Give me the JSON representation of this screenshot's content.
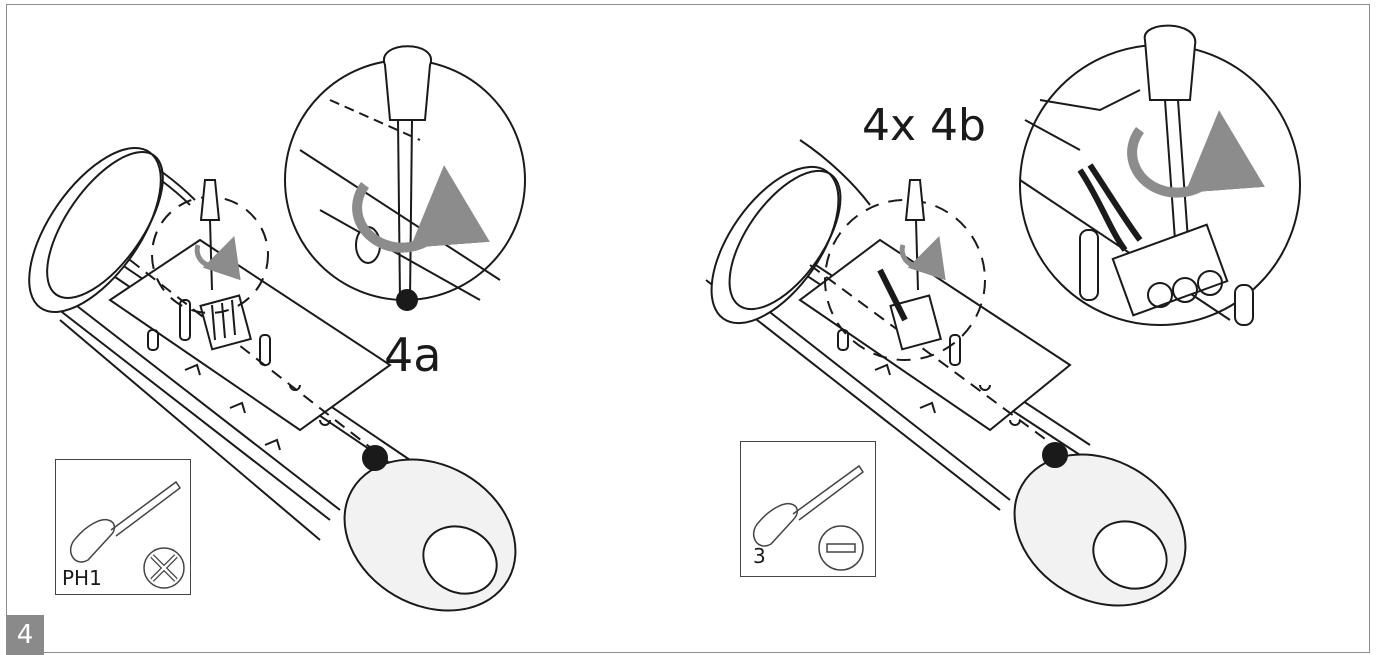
{
  "step_number": "4",
  "labels": {
    "sub_step_a": "4a",
    "sub_step_b": "4x 4b"
  },
  "tools": {
    "left": {
      "text": "PH1",
      "bit_icon": "phillips-bit-icon"
    },
    "right": {
      "text": "3",
      "bit_icon": "flat-bit-icon"
    }
  },
  "colors": {
    "line": "#1a1a1a",
    "arrow": "#8c8c8c",
    "badge": "#8a8a8a",
    "cap": "#f2f2f2"
  }
}
